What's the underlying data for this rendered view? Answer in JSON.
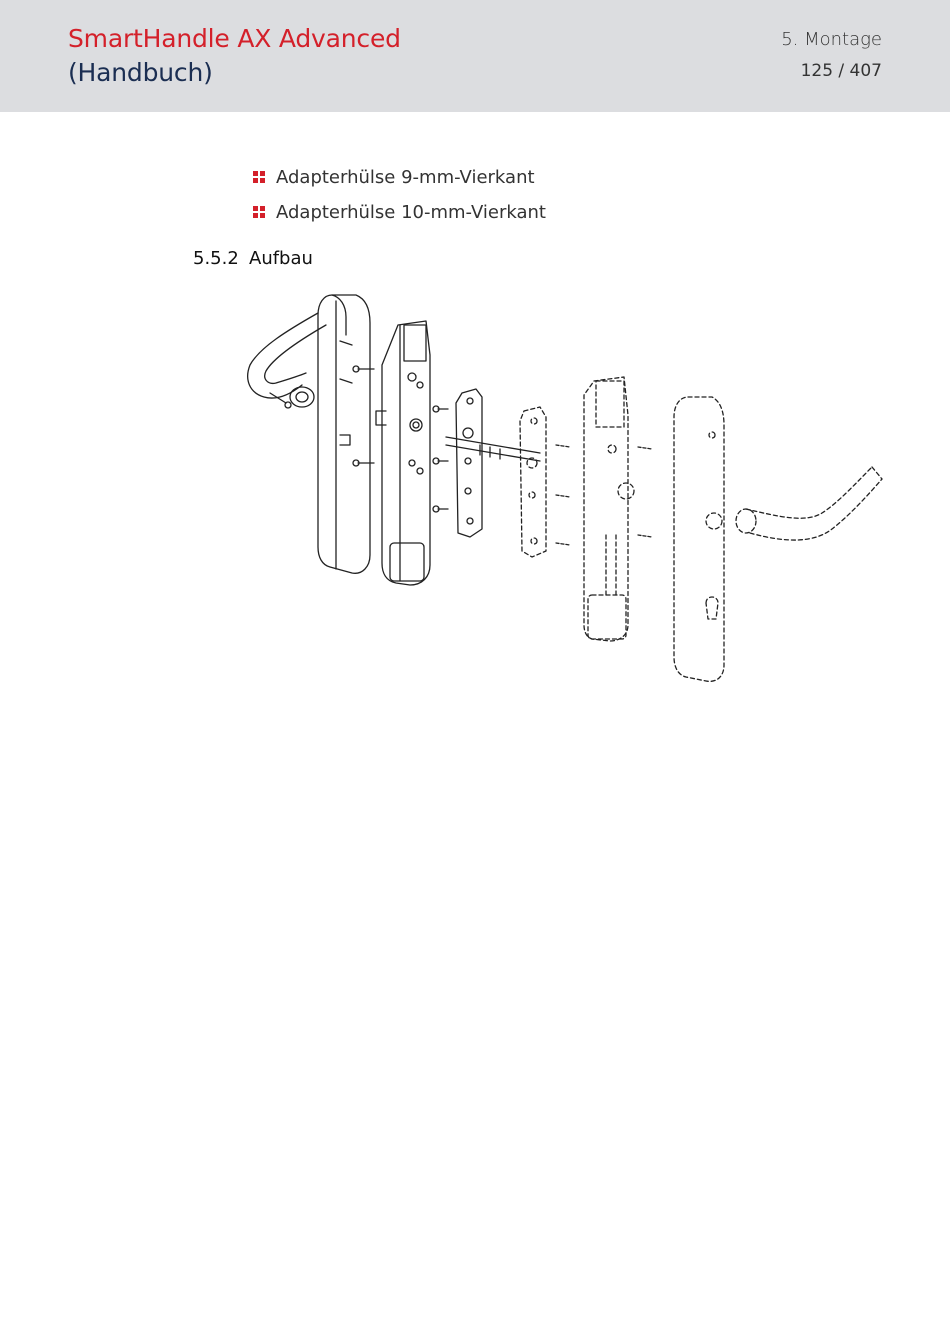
{
  "header": {
    "title": "SmartHandle AX Advanced",
    "subtitle": "(Handbuch)",
    "chapter": "5. Montage",
    "page": "125 / 407"
  },
  "bullets": [
    "Adapterhülse 9-mm-Vierkant",
    "Adapterhülse 10-mm-Vierkant"
  ],
  "section": {
    "number": "5.5.2",
    "title": "Aufbau"
  },
  "colors": {
    "accent_red": "#d4202a",
    "navy": "#1b2e52",
    "header_bg": "#dcdde0"
  }
}
